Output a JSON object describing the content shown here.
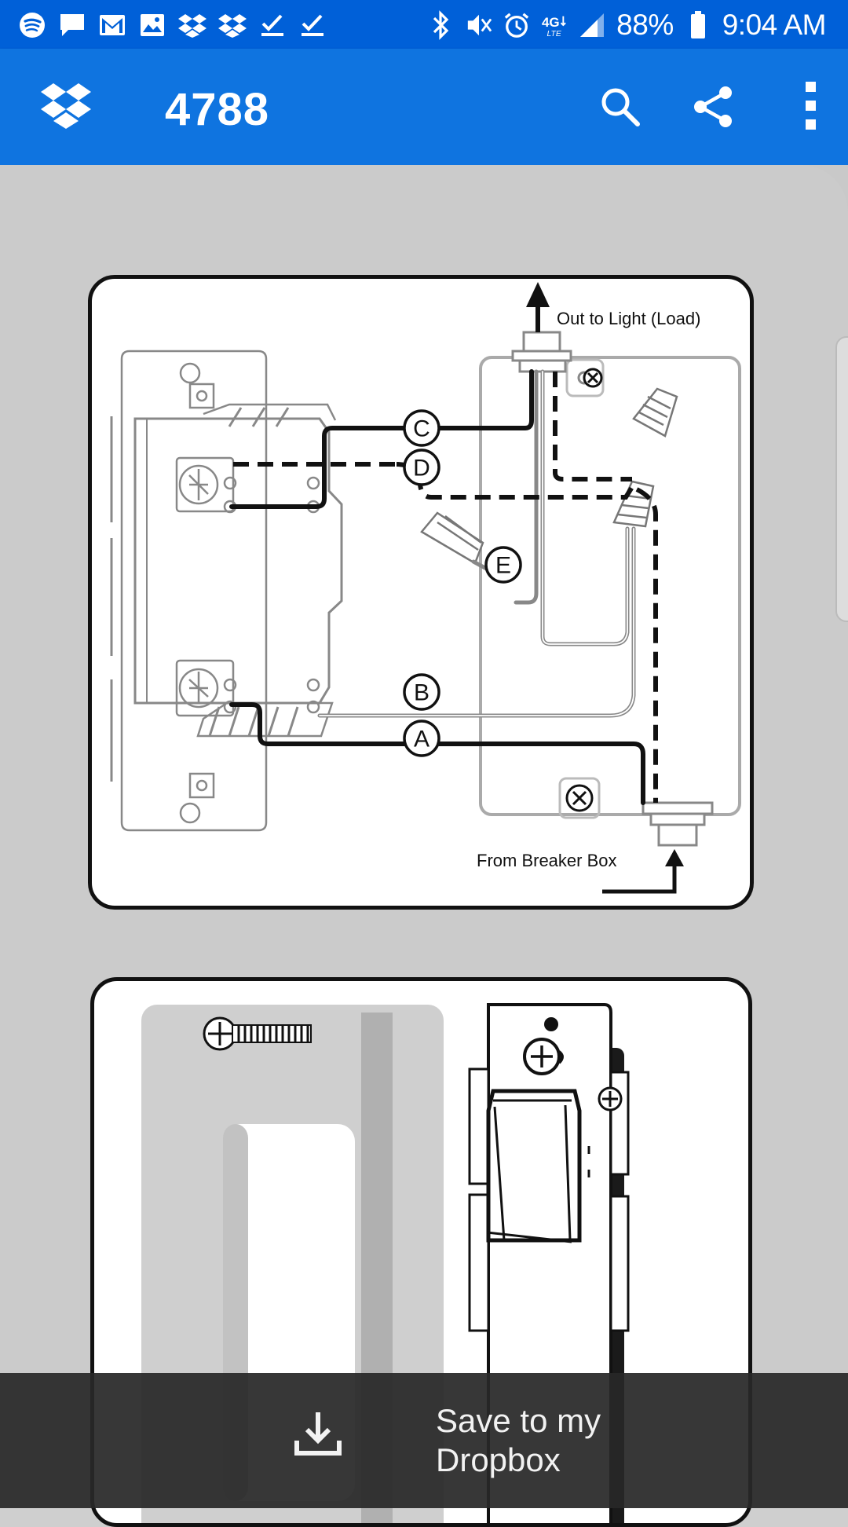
{
  "status_bar": {
    "left_icons": [
      "spotify-icon",
      "message-icon",
      "gmail-icon",
      "gallery-icon",
      "dropbox-icon",
      "dropbox-icon",
      "checkmark-icon",
      "checkmark-icon"
    ],
    "right_icons": [
      "bluetooth-icon",
      "mute-icon",
      "alarm-icon",
      "4g-lte-icon",
      "signal-icon"
    ],
    "battery": "88%",
    "time": "9:04 AM"
  },
  "app_bar": {
    "title": "4788",
    "actions": [
      "search-icon",
      "share-icon",
      "more-icon"
    ]
  },
  "diagram": {
    "label_top": "Out to Light (Load)",
    "label_bottom": "From Breaker Box",
    "markers": [
      "A",
      "B",
      "C",
      "D",
      "E"
    ]
  },
  "save_bar": {
    "label": "Save to my Dropbox"
  },
  "colors": {
    "status_bar": "#0060d8",
    "app_bar": "#0f74e0",
    "background": "#cbcbcb"
  }
}
